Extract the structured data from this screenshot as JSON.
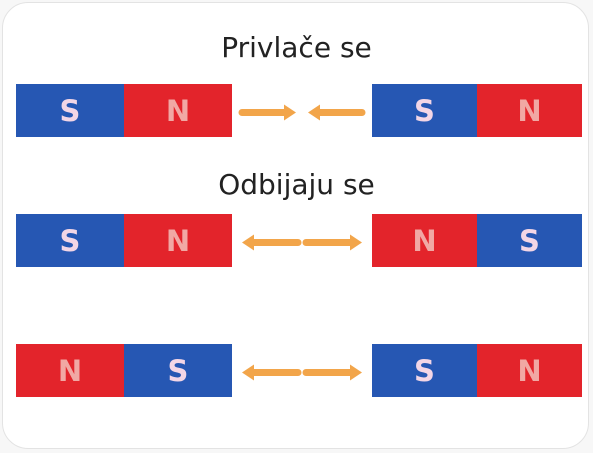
{
  "titles": {
    "attract": "Privlače se",
    "repel": "Odbijaju se"
  },
  "rows": [
    {
      "id": "attract",
      "left_magnet": [
        "S",
        "N"
      ],
      "arrows": "toward",
      "right_magnet": [
        "S",
        "N"
      ]
    },
    {
      "id": "repel-1",
      "left_magnet": [
        "S",
        "N"
      ],
      "arrows": "apart",
      "right_magnet": [
        "N",
        "S"
      ]
    },
    {
      "id": "repel-2",
      "left_magnet": [
        "N",
        "S"
      ],
      "arrows": "apart",
      "right_magnet": [
        "S",
        "N"
      ]
    }
  ],
  "colors": {
    "south_pole": "#2657b3",
    "north_pole": "#e3242b",
    "arrow": "#f2a54a"
  }
}
